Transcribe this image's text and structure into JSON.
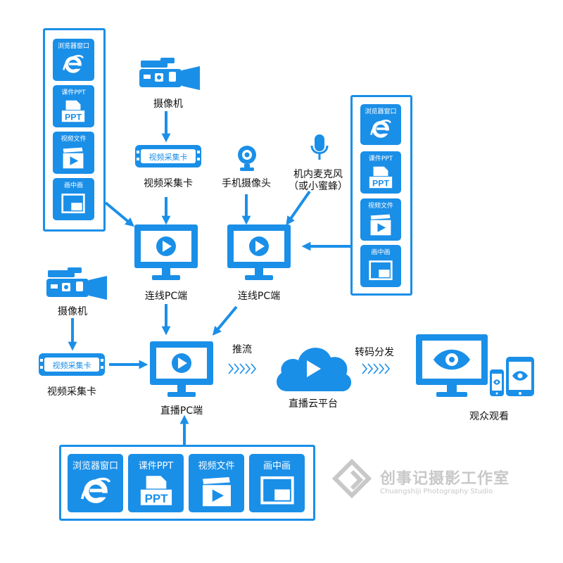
{
  "colors": {
    "primary": "#1a8fe8",
    "white": "#ffffff",
    "watermark": "#c8c8c8"
  },
  "sources": {
    "browser": "浏览器窗口",
    "ppt": "课件PPT",
    "ppt_icon_text": "PPT",
    "video_file": "视频文件",
    "pip": "画中画"
  },
  "nodes": {
    "camcorder_top": "摄像机",
    "capture_card_top": "视频采集卡",
    "phone_camera": "手机摄像头",
    "mic_line1": "机内麦克风",
    "mic_line2": "（或小蜜蜂）",
    "pc_left": "连线PC端",
    "pc_right": "连线PC端",
    "camcorder_left": "摄像机",
    "capture_card_left": "视频采集卡",
    "pc_main": "直播PC端",
    "push": "推流",
    "cloud": "直播云平台",
    "transcode": "转码分发",
    "viewers": "观众观看"
  },
  "watermark": {
    "title": "创事记摄影工作室",
    "subtitle": "Chuangshiji Photography Studio"
  }
}
